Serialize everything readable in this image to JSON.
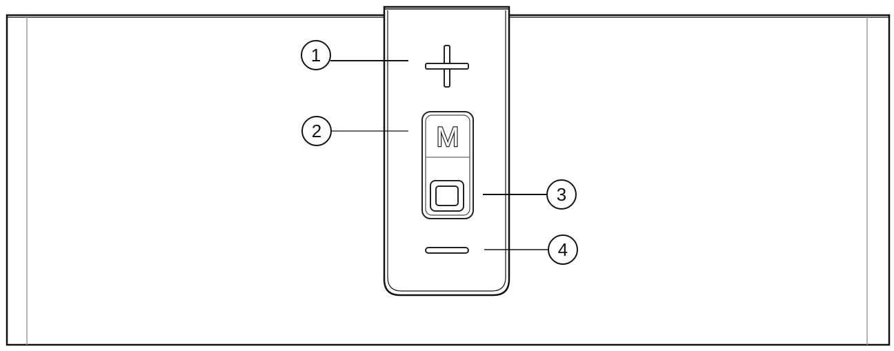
{
  "diagram": {
    "mode_button_letter": "M",
    "callouts": [
      {
        "number": "1",
        "target": "plus-button"
      },
      {
        "number": "2",
        "target": "mode-button"
      },
      {
        "number": "3",
        "target": "power-button"
      },
      {
        "number": "4",
        "target": "minus-button"
      }
    ],
    "colors": {
      "line": "#111111",
      "light_line": "#9a9a9a",
      "background": "#ffffff"
    }
  }
}
